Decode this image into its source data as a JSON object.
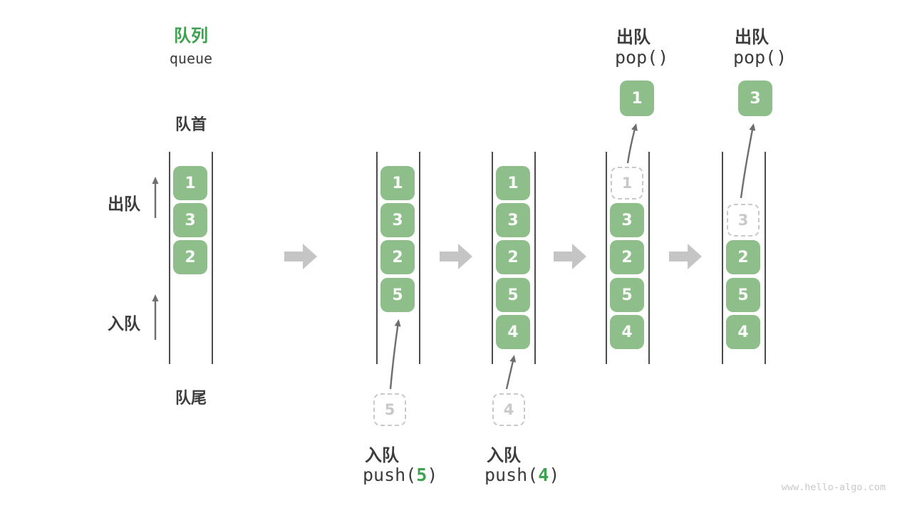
{
  "header": {
    "title_zh": "队列",
    "title_en": "queue"
  },
  "labels": {
    "front": "队首",
    "rear": "队尾",
    "dequeue_side": "出队",
    "enqueue_side": "入队"
  },
  "ops": {
    "push5": {
      "name": "入队",
      "fn": "push(",
      "arg": "5",
      "close": ")"
    },
    "push4": {
      "name": "入队",
      "fn": "push(",
      "arg": "4",
      "close": ")"
    },
    "pop_first": {
      "name": "出队",
      "code": "pop()"
    },
    "pop_second": {
      "name": "出队",
      "code": "pop()"
    }
  },
  "states": [
    {
      "items": [
        "1",
        "3",
        "2"
      ]
    },
    {
      "items": [
        "1",
        "3",
        "2",
        "5"
      ],
      "incoming": "5"
    },
    {
      "items": [
        "1",
        "3",
        "2",
        "5",
        "4"
      ],
      "incoming": "4"
    },
    {
      "items": [
        "3",
        "2",
        "5",
        "4"
      ],
      "ghost": "1",
      "popped": "1"
    },
    {
      "items": [
        "2",
        "5",
        "4"
      ],
      "ghost": "3",
      "popped": "3"
    }
  ],
  "watermark": "www.hello-algo.com",
  "colors": {
    "title_green": "#3da14f",
    "box_green": "#8ebe89",
    "block_arrow_gray": "#c5c5c5",
    "thin_arrow_gray": "#6e6e6e",
    "ghost_gray": "#c9c9c9",
    "text_dark": "#3c3c3c",
    "channel_line": "#4c4c4c"
  }
}
